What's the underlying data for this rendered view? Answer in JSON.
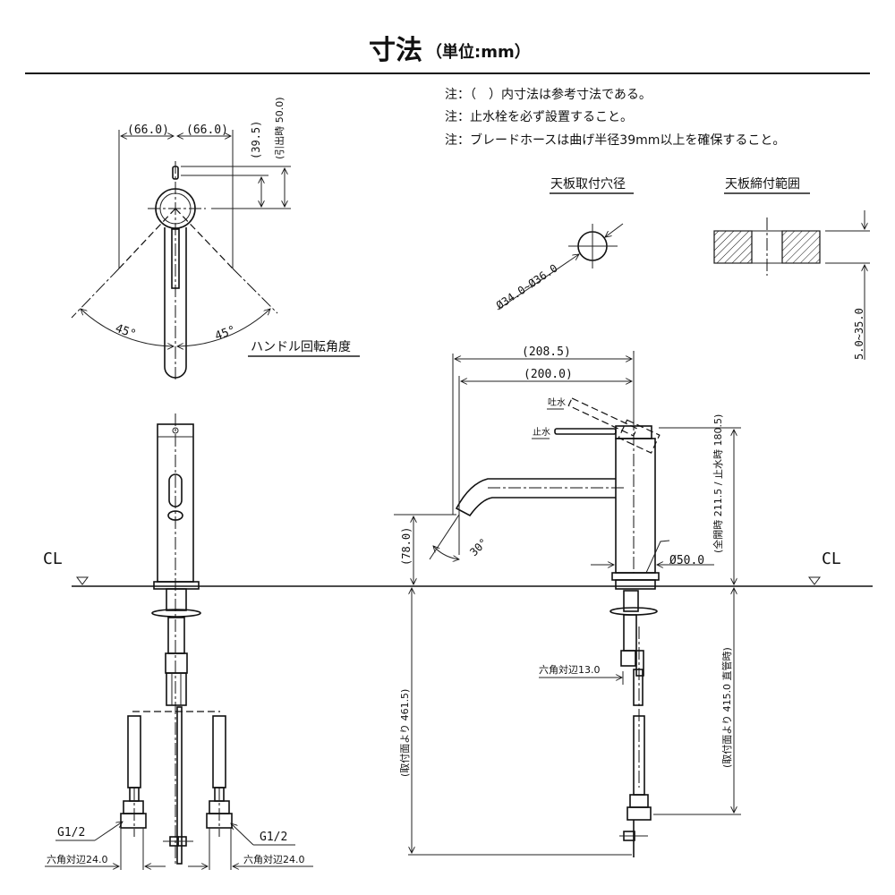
{
  "header": {
    "title": "寸法",
    "unit": "（単位:mm）"
  },
  "notes": [
    "注：（　）内寸法は参考寸法である。",
    "注：止水栓を必ず設置すること。",
    "注：ブレードホースは曲げ半径39mm以上を確保すること。"
  ],
  "top_view": {
    "dim_left": "(66.0)",
    "dim_right": "(66.0)",
    "dim_lever": "(39.5)",
    "dim_pull": "(引出時 50.0)",
    "angle_left": "45°",
    "angle_right": "45°",
    "caption": "ハンドル回転角度"
  },
  "hole": {
    "caption": "天板取付穴径",
    "diameter": "Ø34.0~Ø36.0"
  },
  "clamp_range": {
    "caption": "天板締付範囲",
    "thickness": "5.0~35.0"
  },
  "front_view": {
    "cl": "CL",
    "thread_left": "G1/2",
    "thread_right": "G1/2",
    "hex_left": "六角対辺24.0",
    "hex_right": "六角対辺24.0"
  },
  "side_view": {
    "cl": "CL",
    "dim_reach_total": "(208.5)",
    "dim_reach": "(200.0)",
    "label_open": "吐水",
    "label_closed": "止水",
    "dim_height": "(全開時 211.5 / 止水時 180.5)",
    "dim_spout_height": "(78.0)",
    "angle": "30°",
    "dim_body_dia": "Ø50.0",
    "hex_mid": "六角対辺13.0",
    "dim_hose": "(取付面より 461.5)",
    "dim_pipe": "(取付面より 415.0 直管時)"
  }
}
